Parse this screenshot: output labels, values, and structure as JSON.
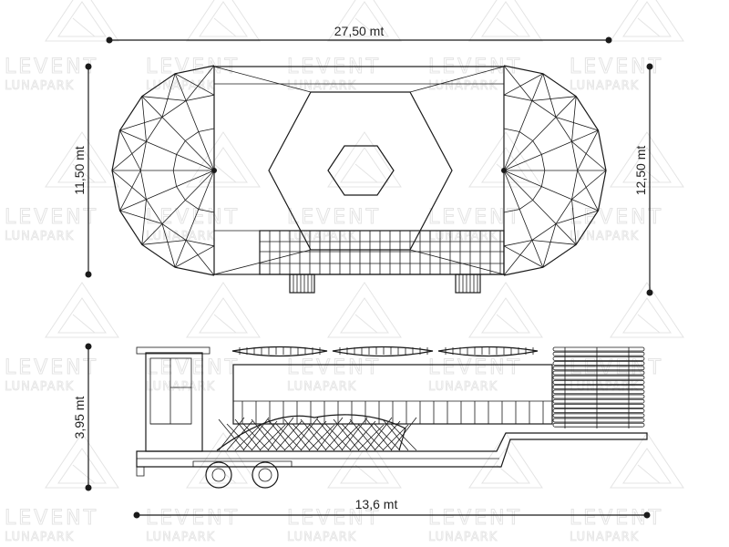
{
  "watermark": {
    "brand": "LEVENT",
    "sub": "LUNAPARK",
    "logo_icon": "levent-triangle-logo-icon"
  },
  "top_view": {
    "width_dimension": "27,50 mt",
    "left_height_dimension": "11,50 mt",
    "right_height_dimension": "12,50 mt"
  },
  "side_view": {
    "height_dimension": "3,95 mt",
    "length_dimension": "13,6 mt"
  },
  "colors": {
    "ink": "#1a1a1a",
    "watermark": "#e4e4e4",
    "background": "#ffffff"
  }
}
